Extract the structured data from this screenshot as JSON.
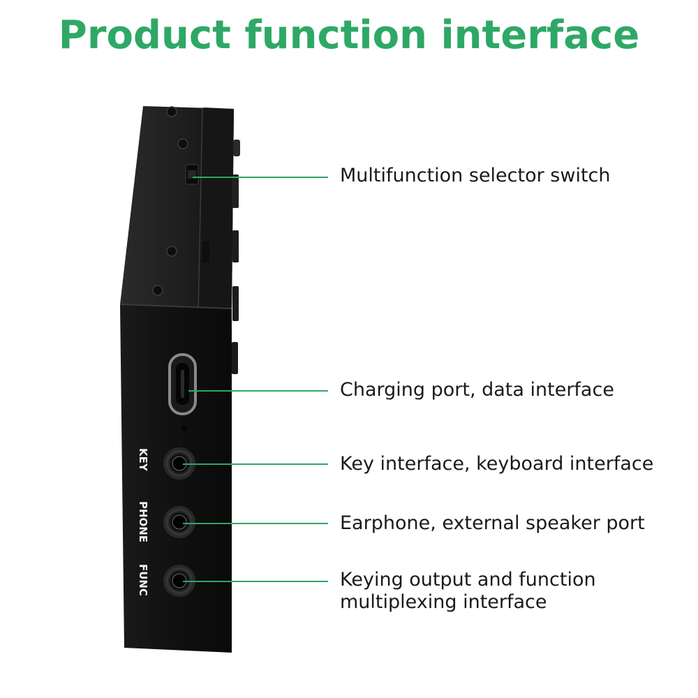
{
  "title": "Product function interface",
  "colors": {
    "accent": "#2ea866",
    "device_body": "#141414",
    "label_text": "#1a1a1a"
  },
  "device": {
    "port_labels": {
      "key": "KEY",
      "phone": "PHONE",
      "func": "FUNC"
    }
  },
  "callouts": [
    {
      "id": "selector-switch",
      "label": "Multifunction selector switch"
    },
    {
      "id": "charging-port",
      "label": "Charging port, data interface"
    },
    {
      "id": "key-interface",
      "label": "Key interface, keyboard interface"
    },
    {
      "id": "earphone-port",
      "label": "Earphone, external speaker port"
    },
    {
      "id": "keying-output",
      "label": "Keying output and function multiplexing interface",
      "lines": [
        "Keying output and function",
        "multiplexing interface"
      ]
    }
  ]
}
